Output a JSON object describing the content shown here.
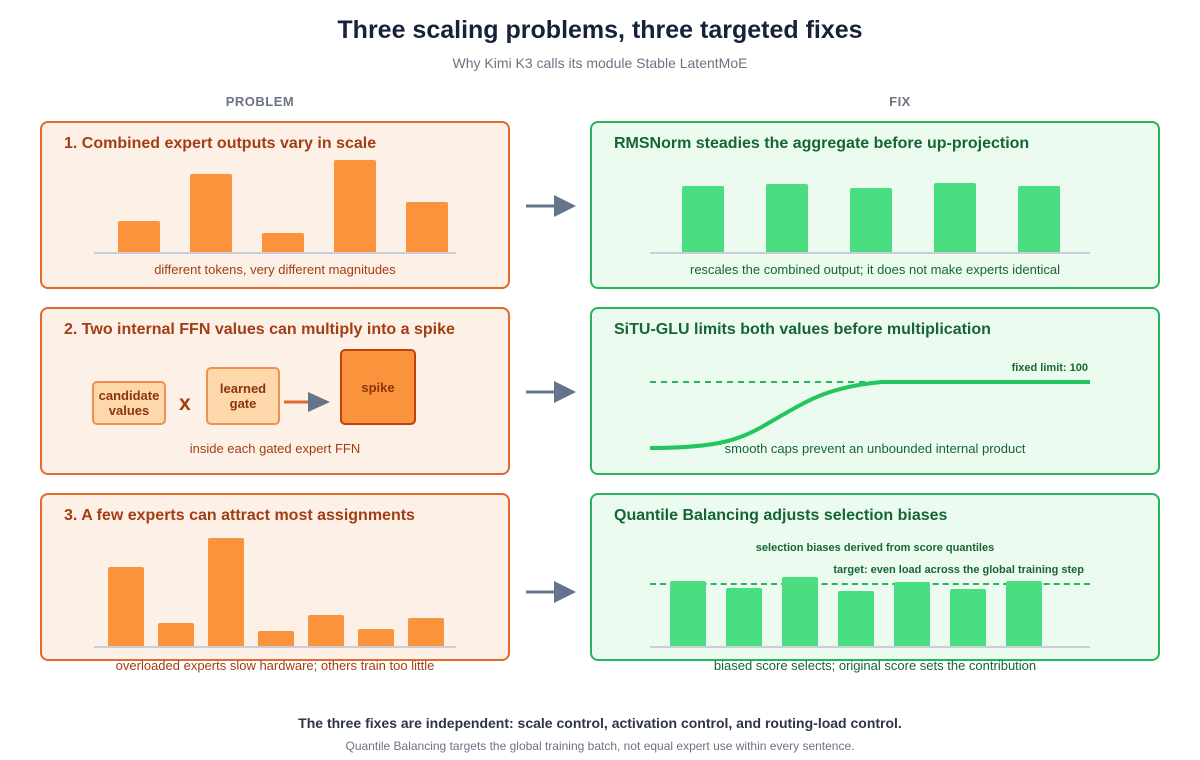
{
  "header": {
    "title": "Three scaling problems, three targeted fixes",
    "subtitle": "Why Kimi K3 calls its module Stable LatentMoE"
  },
  "columns": {
    "problem": "PROBLEM",
    "fix": "FIX"
  },
  "rows": [
    {
      "problem": {
        "title": "1. Combined expert outputs vary in scale",
        "caption": "different tokens, very different magnitudes",
        "relative_heights": [
          0.34,
          0.85,
          0.21,
          1.0,
          0.54
        ]
      },
      "fix": {
        "title": "RMSNorm steadies the aggregate before up-projection",
        "caption": "rescales the combined output; it does not make experts identical",
        "relative_heights": [
          0.96,
          0.99,
          0.93,
          1.0,
          0.96
        ]
      }
    },
    {
      "problem": {
        "title": "2. Two internal FFN values can multiply into a spike",
        "caption": "inside each gated expert FFN",
        "boxes": {
          "candidate": "candidate values",
          "times": "x",
          "gate": "learned gate",
          "spike": "spike"
        }
      },
      "fix": {
        "title": "SiTU-GLU limits both values before multiplication",
        "caption": "smooth caps prevent an unbounded internal product",
        "limit_label": "fixed limit: 100"
      }
    },
    {
      "problem": {
        "title": "3. A few experts can attract most assignments",
        "caption": "overloaded experts slow hardware; others train too little",
        "relative_heights": [
          0.73,
          0.21,
          1.0,
          0.14,
          0.29,
          0.16,
          0.26
        ]
      },
      "fix": {
        "title": "Quantile Balancing adjusts selection biases",
        "caption": "biased score selects; original score sets the contribution",
        "label_top": "selection biases derived from score quantiles",
        "label_target": "target: even load across the global training step",
        "relative_heights": [
          0.93,
          0.83,
          0.99,
          0.79,
          0.91,
          0.82,
          0.93
        ]
      }
    }
  ],
  "footer": {
    "summary": "The three fixes are independent: scale control, activation control, and routing-load control.",
    "note": "Quantile Balancing targets the global training batch, not equal expert use within every sentence."
  },
  "colors": {
    "problem_border": "#e16a2c",
    "problem_fill": "#fdf1e7",
    "problem_bar": "#fb923c",
    "fix_border": "#26b55a",
    "fix_fill": "#ecfbf0",
    "fix_bar": "#4ade80",
    "arrow": "#64748b"
  }
}
